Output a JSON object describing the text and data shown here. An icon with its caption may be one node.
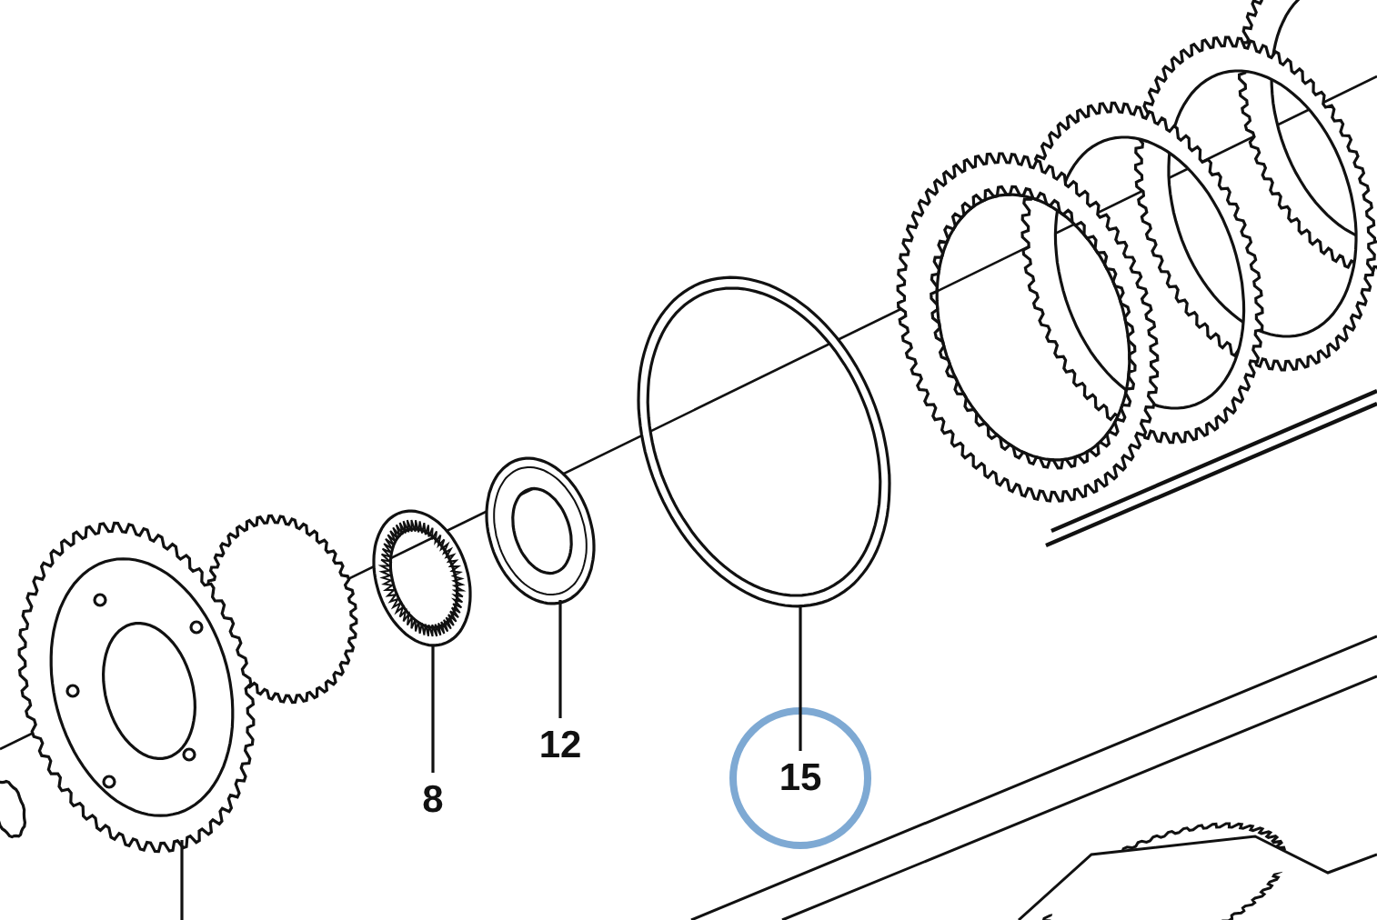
{
  "diagram": {
    "nodes": [
      {
        "text": [],
        "shape": "picture"
      },
      {
        "text": [],
        "shape": "picture"
      },
      {
        "text": [],
        "shape": "picture"
      },
      {
        "text": [],
        "shape": "picture"
      },
      {
        "text": [
          "8"
        ]
      },
      {
        "text": [
          "12"
        ]
      },
      {
        "text": [
          "15"
        ]
      }
    ],
    "edges": [
      {
        "from": 4,
        "to": 1,
        "arrow": "none"
      },
      {
        "from": 5,
        "to": 2,
        "arrow": "none"
      },
      {
        "from": 6,
        "to": 3,
        "arrow": "none"
      },
      {
        "from": 0,
        "to": null,
        "arrow": "none"
      }
    ]
  }
}
